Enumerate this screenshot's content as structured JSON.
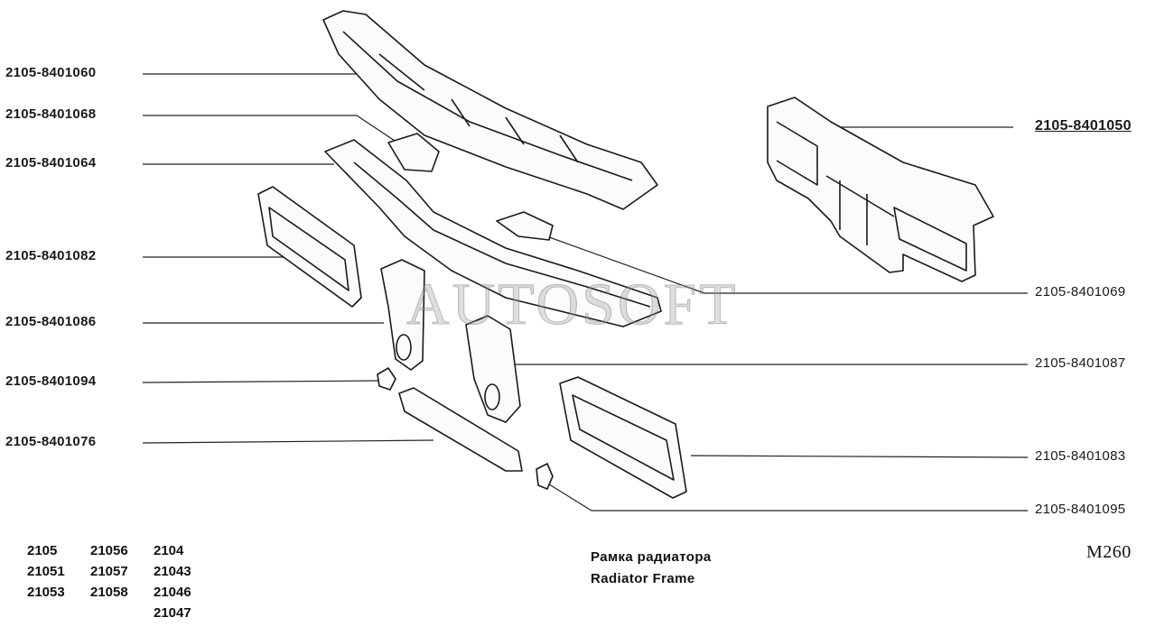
{
  "labels": {
    "p8401060": "2105-8401060",
    "p8401068": "2105-8401068",
    "p8401064": "2105-8401064",
    "p8401082": "2105-8401082",
    "p8401086": "2105-8401086",
    "p8401094": "2105-8401094",
    "p8401076": "2105-8401076",
    "p8401050": "2105-8401050",
    "p8401069": "2105-8401069",
    "p8401087": "2105-8401087",
    "p8401083": "2105-8401083",
    "p8401095": "2105-8401095"
  },
  "models": {
    "col1": [
      "2105",
      "21051",
      "21053"
    ],
    "col2": [
      "21056",
      "21057",
      "21058"
    ],
    "col3": [
      "2104",
      "21043",
      "21046",
      "21047"
    ]
  },
  "title": {
    "ru": "Рамка радиатора",
    "en": "Radiator Frame"
  },
  "code": "M260",
  "watermark": "AUTOSOFT"
}
